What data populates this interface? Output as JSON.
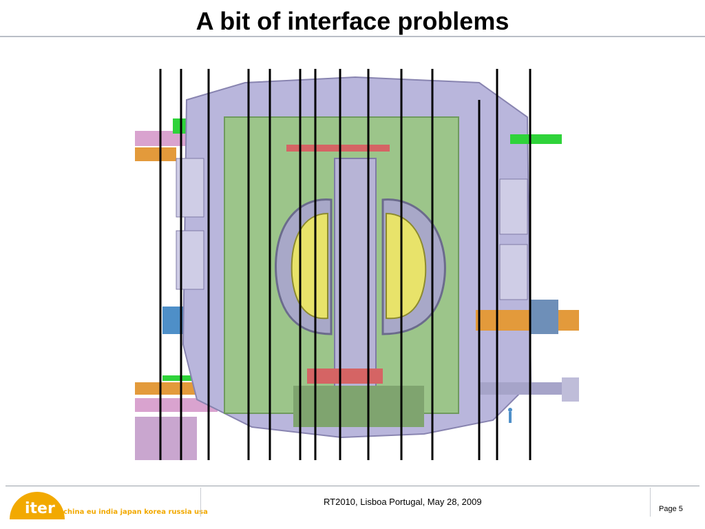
{
  "slide": {
    "title": "A bit of interface problems"
  },
  "footer": {
    "logo_word": "iter",
    "logo_tagline": "china eu india japan korea russia usa",
    "center_text": "RT2010, Lisboa Portugal, May 28, 2009",
    "page_label": "Page 5"
  },
  "figure": {
    "subject": "tokamak cutaway",
    "colors": {
      "structure": "#b9b6dc",
      "green": "#9cc58a",
      "bright_green": "#2fd33a",
      "pink": "#d9a3cf",
      "yellow": "#e8e36a",
      "orange": "#e39a3b",
      "blue": "#4e8fc8",
      "line": "#000000"
    }
  }
}
